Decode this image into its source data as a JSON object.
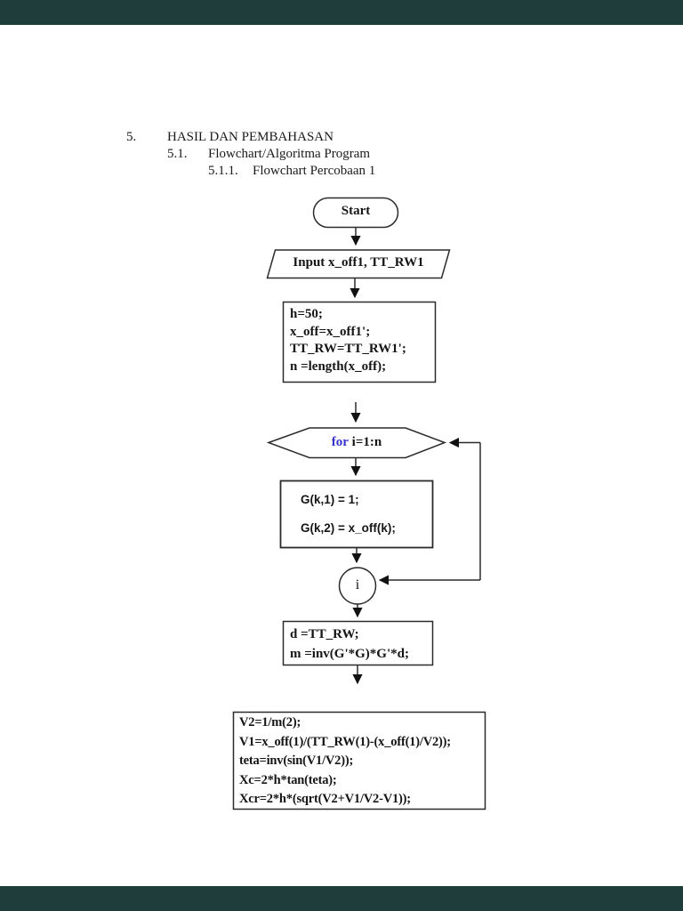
{
  "theme": {
    "letterbox_color": "#1f3d3b",
    "keyword_color": "#3333cc",
    "line_color": "#2b2b2b"
  },
  "headings": {
    "h1_num": "5.",
    "h1_text": "HASIL DAN PEMBAHASAN",
    "h2_num": "5.1.",
    "h2_text": "Flowchart/Algoritma Program",
    "h3_num": "5.1.1.",
    "h3_text": "Flowchart Percobaan 1"
  },
  "flowchart": {
    "start_label": "Start",
    "input_label": "Input x_off1, TT_RW1",
    "init_block": "h=50;\nx_off=x_off1';\nTT_RW=TT_RW1';\nn =length(x_off);",
    "loop_keyword": "for",
    "loop_rest": " i=1:n",
    "g_block": "G(k,1) = 1;\nG(k,2) = x_off(k);",
    "connector_label": "i",
    "d_block": "d  =TT_RW;\nm =inv(G'*G)*G'*d;",
    "calc_block": "V2=1/m(2);\nV1=x_off(1)/(TT_RW(1)-(x_off(1)/V2));\nteta=inv(sin(V1/V2));\nXc=2*h*tan(teta);\nXcr=2*h*(sqrt(V2+V1/V2-V1));"
  }
}
